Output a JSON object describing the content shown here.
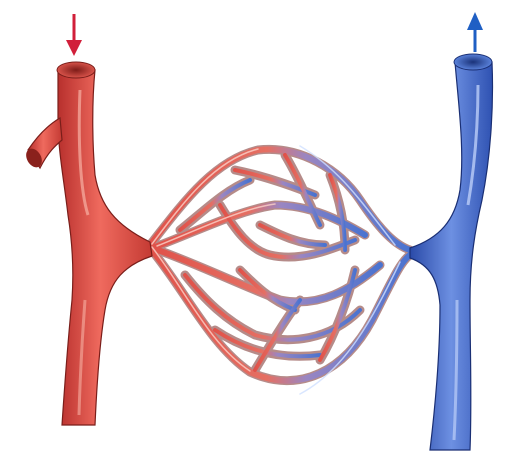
{
  "diagram": {
    "kind": "capillary-bed-illustration",
    "labels": [],
    "flow": {
      "in_arrow": {
        "direction": "down",
        "color": "#d11f3a",
        "icon": "arrow-down-icon"
      },
      "out_arrow": {
        "direction": "up",
        "color": "#1f5fc4",
        "icon": "arrow-up-icon"
      }
    },
    "colors": {
      "arteriole": "#e0524a",
      "arteriole_dark": "#b8302d",
      "arteriole_light": "#f08a7d",
      "venule": "#4a73d0",
      "venule_dark": "#2a4aa8",
      "venule_light": "#8fb0ee",
      "capillary_outline": "#8a2a22"
    }
  }
}
